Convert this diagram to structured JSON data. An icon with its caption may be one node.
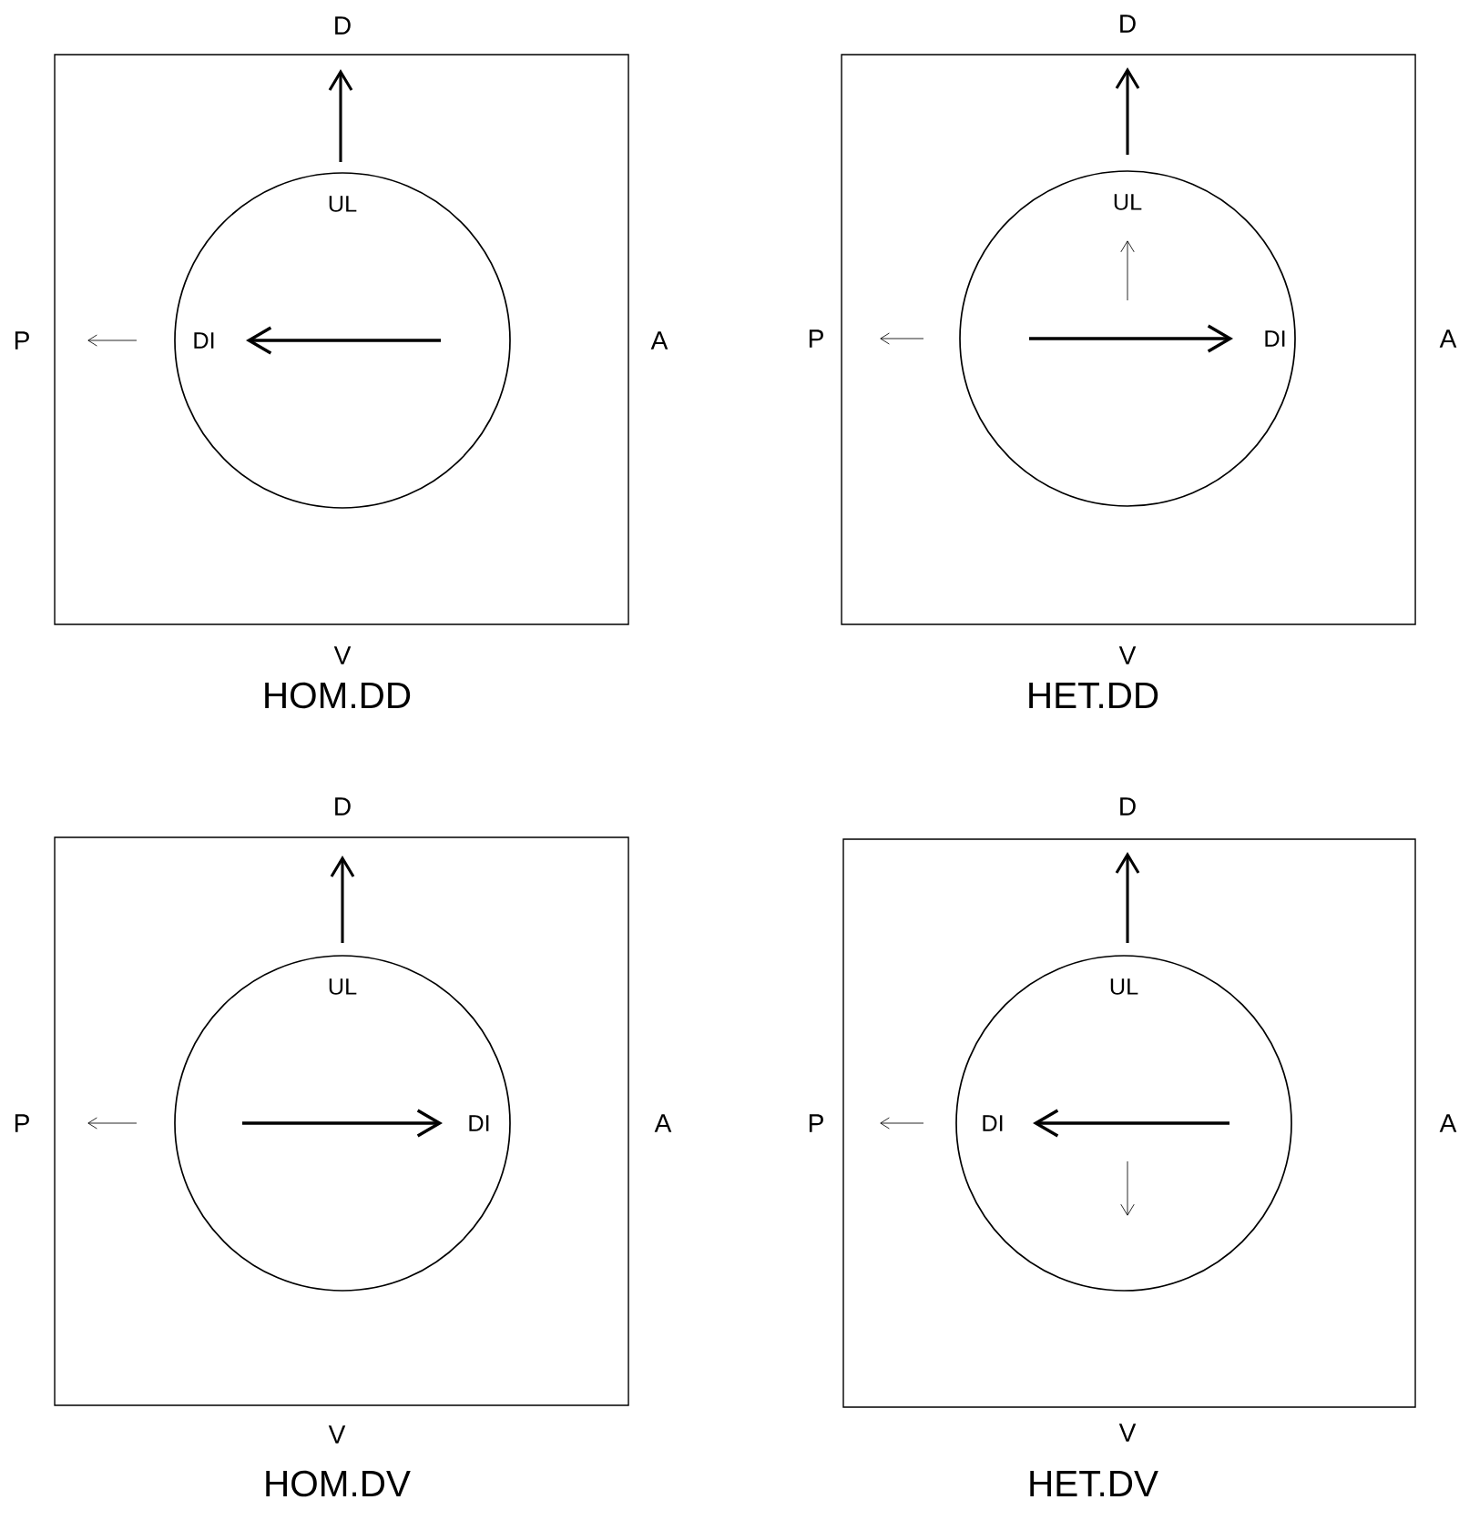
{
  "diagram": {
    "nodes": [
      {
        "text": [],
        "shape": "box"
      },
      {
        "text": [
          "UL",
          "DI"
        ],
        "in": 0
      },
      {
        "text": [],
        "shape": "box"
      },
      {
        "text": [
          "UL",
          "DI"
        ],
        "in": 2
      },
      {
        "text": [],
        "shape": "box"
      },
      {
        "text": [
          "UL",
          "DI"
        ],
        "in": 4
      },
      {
        "text": [],
        "shape": "box"
      },
      {
        "text": [
          "UL",
          "DI"
        ],
        "in": 6
      }
    ],
    "edges": [],
    "labels": [
      "D",
      "D",
      "P",
      "A",
      "P",
      "A",
      "V",
      "V",
      "HOM.DD",
      "HET.DD",
      "D",
      "D",
      "P",
      "A",
      "P",
      "A",
      "V",
      "V",
      "HOM.DV",
      "HET.DV"
    ]
  }
}
